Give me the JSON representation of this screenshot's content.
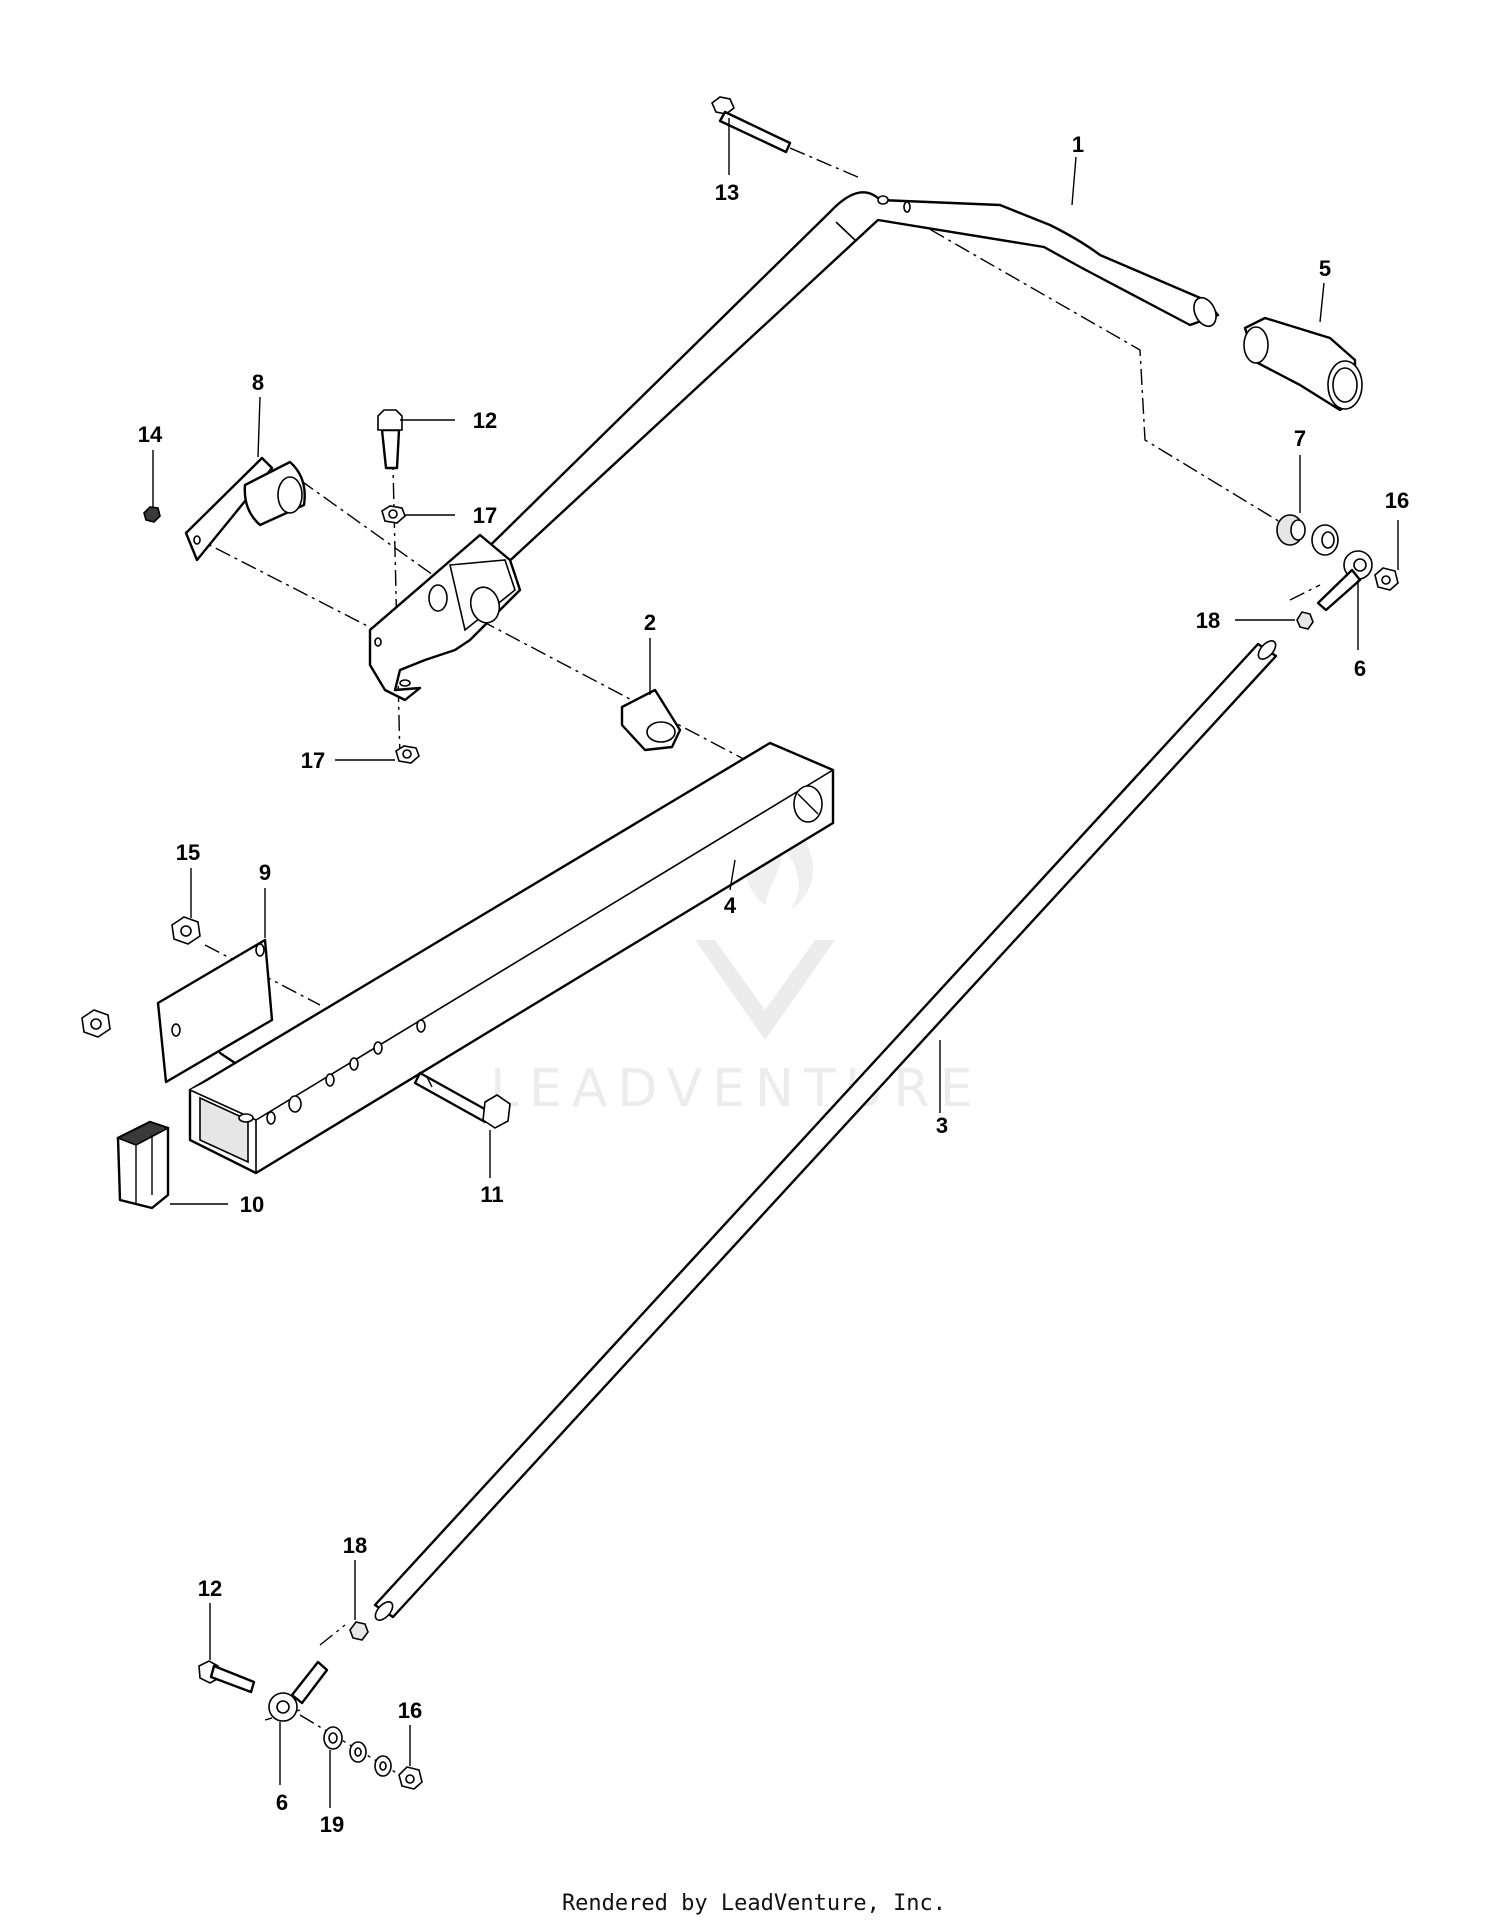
{
  "watermark": {
    "brand": "LEADVENTURE"
  },
  "footer": {
    "credit": "Rendered by LeadVenture, Inc."
  },
  "callouts": [
    {
      "id": "c1",
      "label": "1"
    },
    {
      "id": "c2",
      "label": "2"
    },
    {
      "id": "c3",
      "label": "3"
    },
    {
      "id": "c4",
      "label": "4"
    },
    {
      "id": "c5",
      "label": "5"
    },
    {
      "id": "c6a",
      "label": "6"
    },
    {
      "id": "c6b",
      "label": "6"
    },
    {
      "id": "c7",
      "label": "7"
    },
    {
      "id": "c8",
      "label": "8"
    },
    {
      "id": "c9",
      "label": "9"
    },
    {
      "id": "c10",
      "label": "10"
    },
    {
      "id": "c11",
      "label": "11"
    },
    {
      "id": "c12a",
      "label": "12"
    },
    {
      "id": "c12b",
      "label": "12"
    },
    {
      "id": "c13",
      "label": "13"
    },
    {
      "id": "c14",
      "label": "14"
    },
    {
      "id": "c15",
      "label": "15"
    },
    {
      "id": "c16a",
      "label": "16"
    },
    {
      "id": "c16b",
      "label": "16"
    },
    {
      "id": "c17a",
      "label": "17"
    },
    {
      "id": "c17b",
      "label": "17"
    },
    {
      "id": "c18a",
      "label": "18"
    },
    {
      "id": "c18b",
      "label": "18"
    },
    {
      "id": "c19",
      "label": "19"
    }
  ]
}
